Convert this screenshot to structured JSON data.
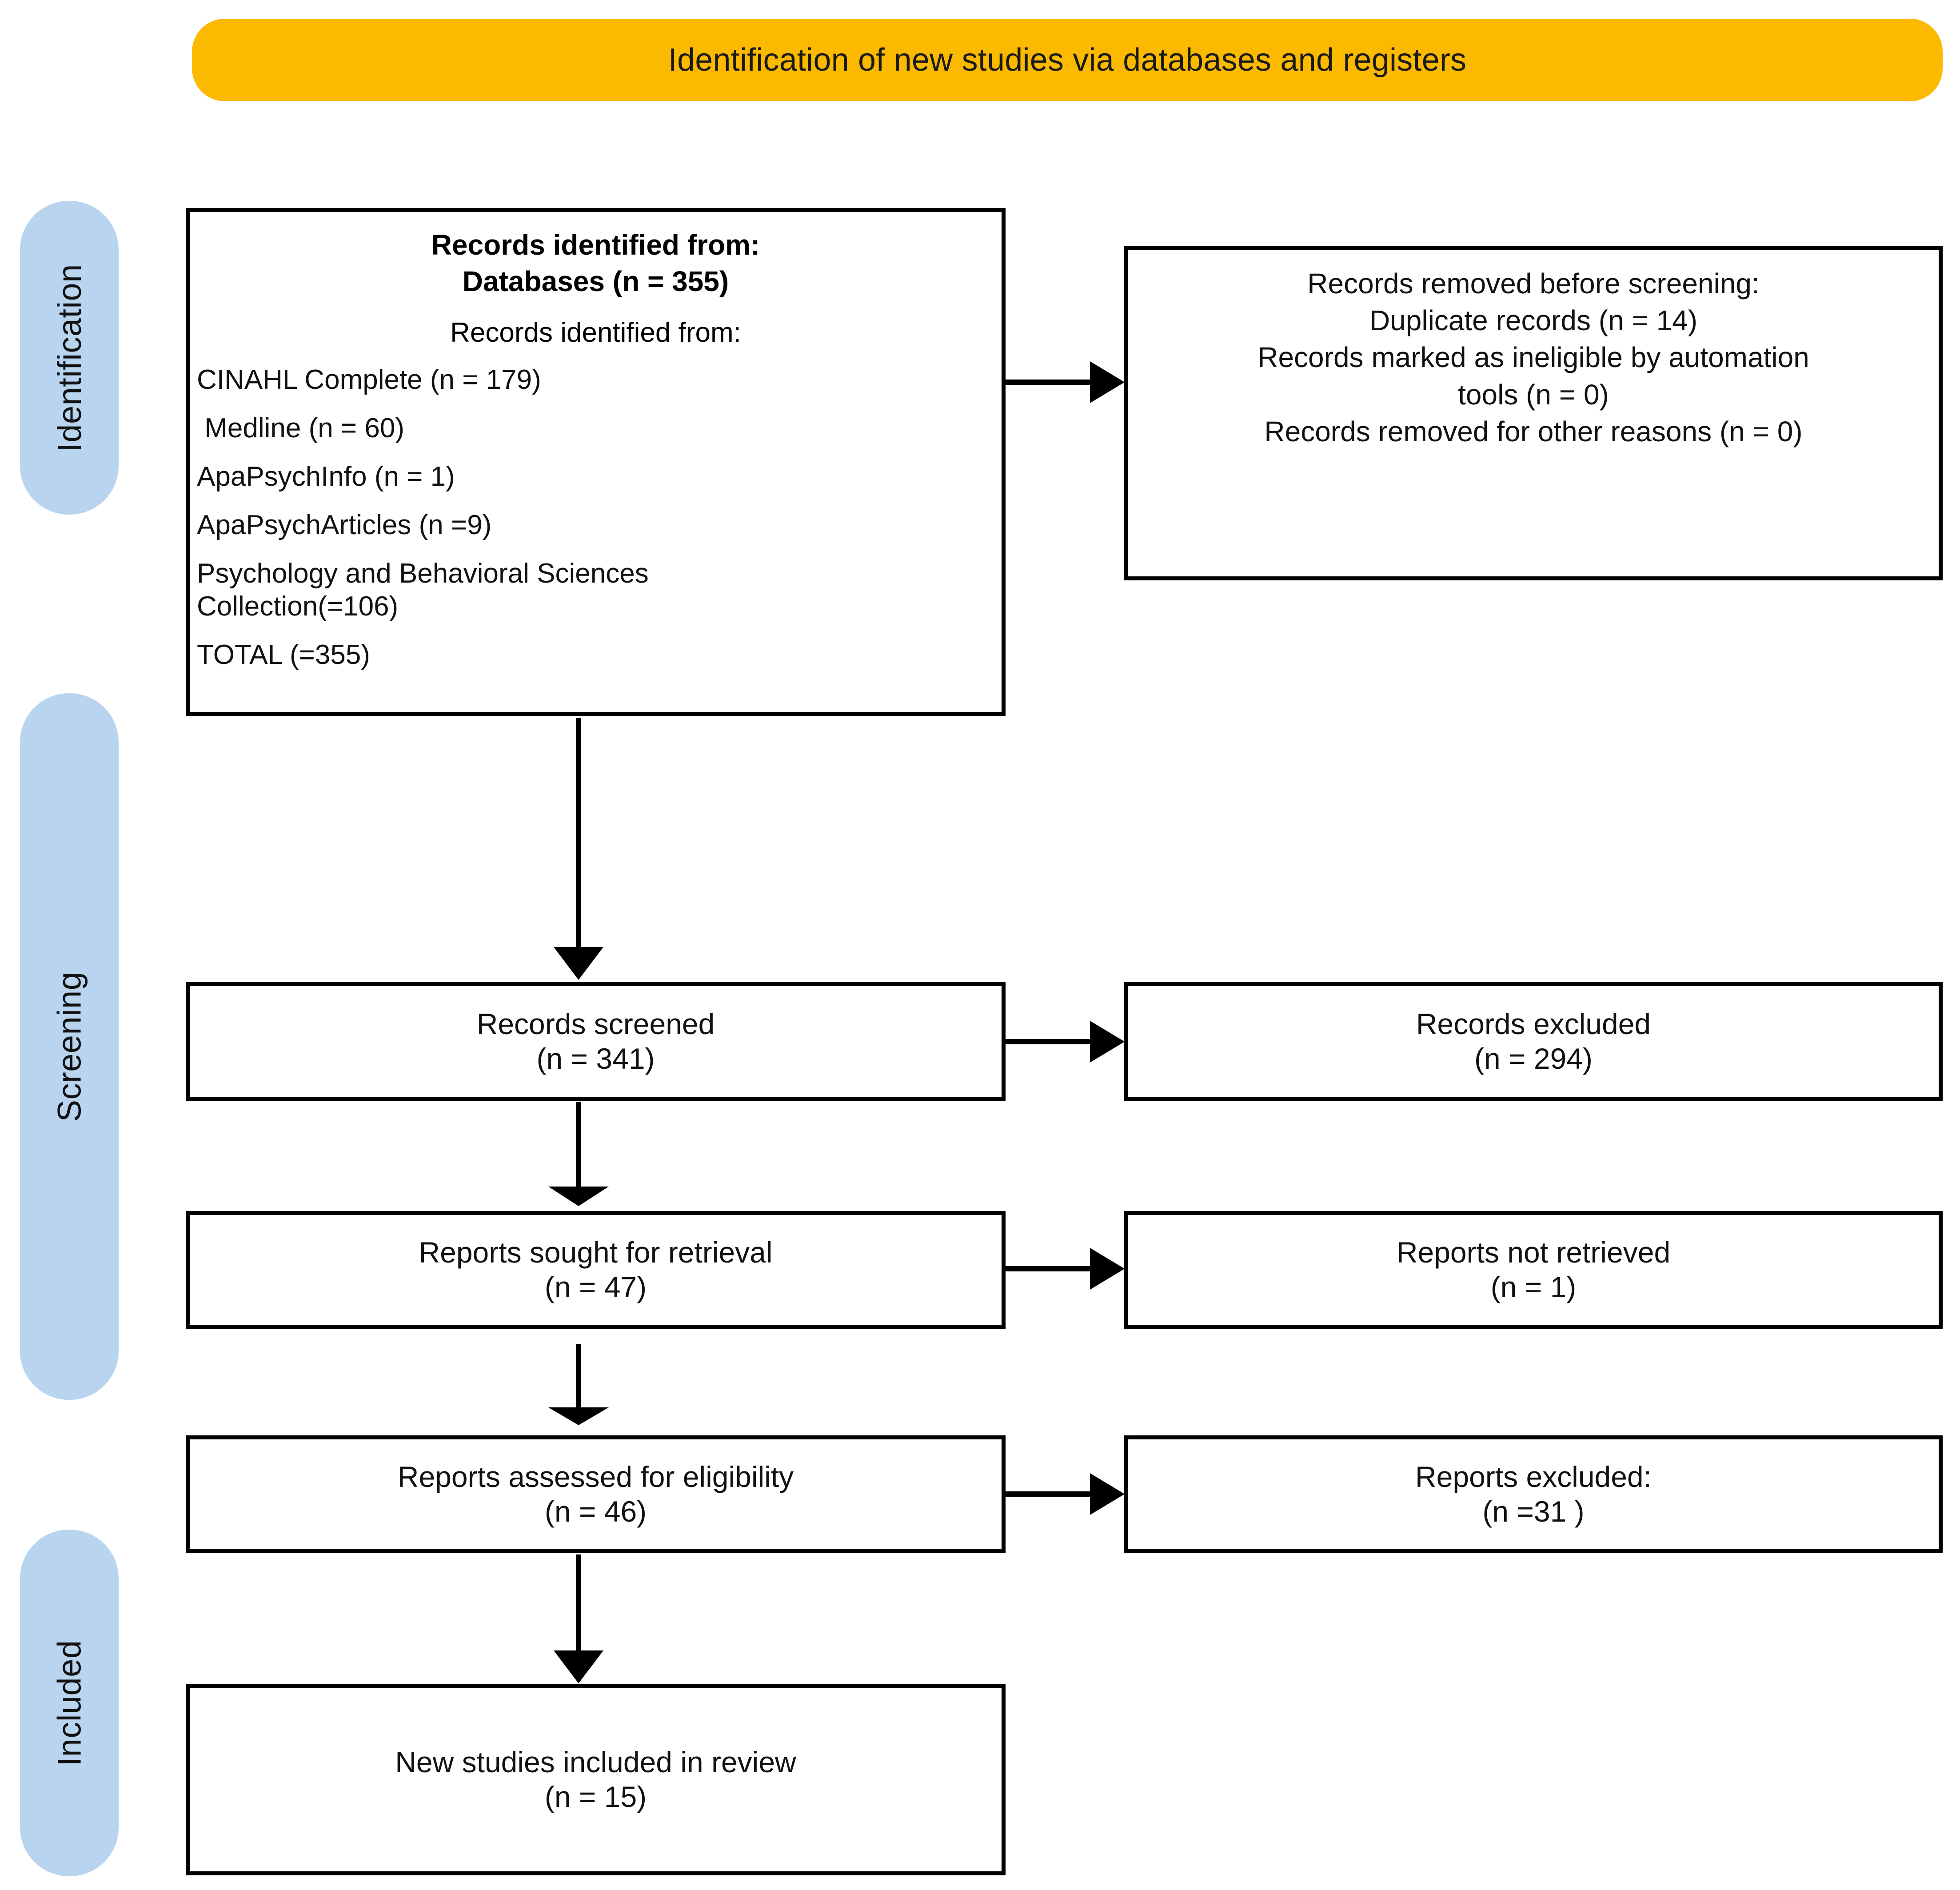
{
  "header": {
    "title": "Identification of new studies via databases and registers",
    "background_color": "#fbba00"
  },
  "stages": {
    "accent_color": "#b8d4ee",
    "items": [
      {
        "id": "identification",
        "label": "Identification"
      },
      {
        "id": "screening",
        "label": "Screening"
      },
      {
        "id": "included",
        "label": "Included"
      }
    ]
  },
  "boxes": {
    "identified": {
      "heading_line1": "Records identified from:",
      "heading_line2": "Databases (n = 355)",
      "subheading": "Records identified from:",
      "sources": [
        "CINAHL Complete (n = 179)",
        " Medline (n = 60)",
        "ApaPsychInfo (n = 1)",
        "ApaPsychArticles (n =9)",
        "Psychology and Behavioral Sciences",
        "Collection(=106)",
        "TOTAL (=355)"
      ]
    },
    "removed": {
      "lines": [
        "Records removed before screening:",
        "Duplicate records (n = 14)",
        "Records marked as ineligible by automation",
        "tools (n = 0)",
        "Records removed for other reasons (n = 0)"
      ]
    },
    "screened": {
      "title": "Records screened",
      "count": "(n = 341)"
    },
    "excluded": {
      "title": "Records excluded",
      "count": "(n = 294)"
    },
    "sought": {
      "title": "Reports sought for retrieval",
      "count": "(n = 47)"
    },
    "not_retrieved": {
      "title": "Reports not retrieved",
      "count": "(n = 1)"
    },
    "assessed": {
      "title": "Reports assessed for eligibility",
      "count": "(n = 46)"
    },
    "reports_excluded": {
      "title": "Reports excluded:",
      "count": "(n =31 )"
    },
    "included": {
      "title": "New studies included in review",
      "count": "(n = 15)"
    }
  },
  "chart_data": {
    "type": "diagram",
    "title": "Identification of new studies via databases and registers",
    "nodes": [
      {
        "id": "identified",
        "stage": "Identification",
        "label": "Records identified from: Databases (n = 355)",
        "n": 355
      },
      {
        "id": "removed",
        "stage": "Identification",
        "label": "Records removed before screening",
        "duplicate_records": 14,
        "ineligible_by_automation_tools": 0,
        "removed_other_reasons": 0
      },
      {
        "id": "screened",
        "stage": "Screening",
        "label": "Records screened",
        "n": 341
      },
      {
        "id": "excluded",
        "stage": "Screening",
        "label": "Records excluded",
        "n": 294
      },
      {
        "id": "sought",
        "stage": "Screening",
        "label": "Reports sought for retrieval",
        "n": 47
      },
      {
        "id": "not_retrieved",
        "stage": "Screening",
        "label": "Reports not retrieved",
        "n": 1
      },
      {
        "id": "assessed",
        "stage": "Screening",
        "label": "Reports assessed for eligibility",
        "n": 46
      },
      {
        "id": "reports_excluded",
        "stage": "Screening",
        "label": "Reports excluded:",
        "n": 31
      },
      {
        "id": "included",
        "stage": "Included",
        "label": "New studies included in review",
        "n": 15
      }
    ],
    "sources": [
      {
        "name": "CINAHL Complete",
        "n": 179
      },
      {
        "name": "Medline",
        "n": 60
      },
      {
        "name": "ApaPsychInfo",
        "n": 1
      },
      {
        "name": "ApaPsychArticles",
        "n": 9
      },
      {
        "name": "Psychology and Behavioral Sciences Collection",
        "n": 106
      },
      {
        "name": "TOTAL",
        "n": 355
      }
    ],
    "edges": [
      {
        "from": "identified",
        "to": "removed",
        "direction": "right"
      },
      {
        "from": "identified",
        "to": "screened",
        "direction": "down"
      },
      {
        "from": "screened",
        "to": "excluded",
        "direction": "right"
      },
      {
        "from": "screened",
        "to": "sought",
        "direction": "down"
      },
      {
        "from": "sought",
        "to": "not_retrieved",
        "direction": "right"
      },
      {
        "from": "sought",
        "to": "assessed",
        "direction": "down"
      },
      {
        "from": "assessed",
        "to": "reports_excluded",
        "direction": "right"
      },
      {
        "from": "assessed",
        "to": "included",
        "direction": "down"
      }
    ]
  }
}
